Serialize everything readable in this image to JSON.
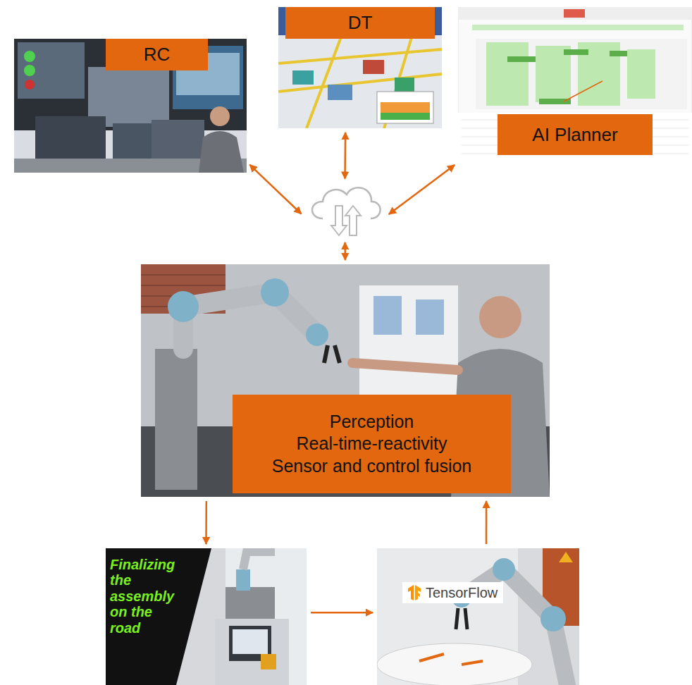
{
  "diagram": {
    "nodes": [
      {
        "text": [
          "RC"
        ]
      },
      {
        "text": [
          "DT"
        ]
      },
      {
        "text": [
          "AI Planner"
        ]
      },
      {
        "text": []
      },
      {
        "text": [
          "Perception",
          "Real-time-reactivity",
          "Sensor and control fusion"
        ]
      },
      {
        "text": [
          "Finalizing the assembly on the road"
        ]
      },
      {
        "text": [
          "TensorFlow"
        ]
      }
    ],
    "edges": [
      {
        "from": 0,
        "to": 3,
        "arrow": "both"
      },
      {
        "from": 1,
        "to": 3,
        "arrow": "both"
      },
      {
        "from": 2,
        "to": 3,
        "arrow": "both"
      },
      {
        "from": 3,
        "to": 4,
        "arrow": "both"
      },
      {
        "from": 4,
        "to": 5,
        "arrow": "to"
      },
      {
        "from": 5,
        "to": 6,
        "arrow": "to"
      },
      {
        "from": 6,
        "to": 4,
        "arrow": "to"
      }
    ]
  }
}
